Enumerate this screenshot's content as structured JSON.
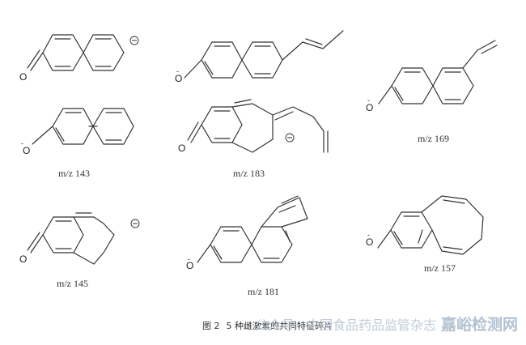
{
  "figure": {
    "caption_number": "图 2",
    "caption_text": "5 种雌激素的共同特征碎片"
  },
  "labels": {
    "m143": "m/z 143",
    "m183": "m/z 183",
    "m169": "m/z 169",
    "m145": "m/z 145",
    "m181": "m/z 181",
    "m157": "m/z 157"
  },
  "atoms": {
    "oxygen": "O",
    "minus": "-"
  },
  "watermark": {
    "text": "公众号 · 中国食品药品监管杂志",
    "site": "嘉峪检测网"
  }
}
